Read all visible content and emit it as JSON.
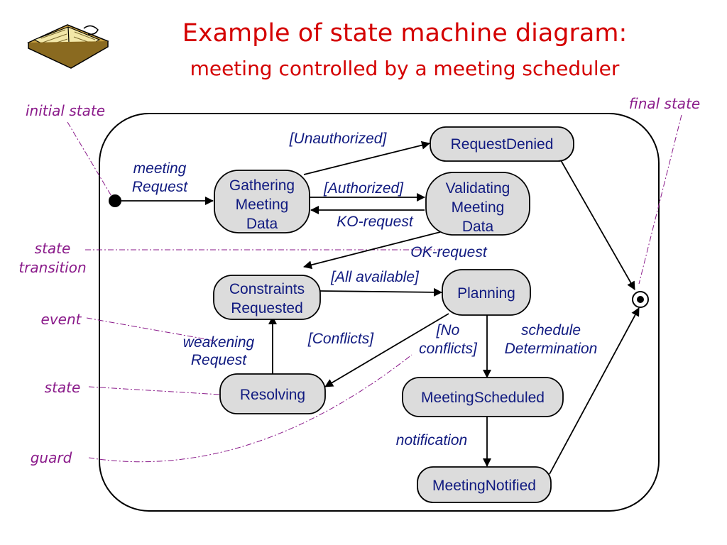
{
  "title": "Example of state machine diagram:",
  "subtitle": "meeting controlled by a meeting scheduler",
  "colors": {
    "title": "#d40000",
    "label": "#101a80",
    "annotation": "#8a1a8a",
    "state_fill": "#dcdcdc"
  },
  "icon": "open-book-icon",
  "states": {
    "gathering": [
      "Gathering",
      "Meeting",
      "Data"
    ],
    "validating": [
      "Validating",
      "Meeting",
      "Data"
    ],
    "request_denied": "RequestDenied",
    "constraints": [
      "Constraints",
      "Requested"
    ],
    "planning": "Planning",
    "resolving": "Resolving",
    "meeting_scheduled": "MeetingScheduled",
    "meeting_notified": "MeetingNotified"
  },
  "transitions": {
    "meeting_request": [
      "meeting",
      "Request"
    ],
    "unauthorized": "[Unauthorized]",
    "authorized": "[Authorized]",
    "ko_request": "KO-request",
    "ok_request": "OK-request",
    "all_available": "[All available]",
    "conflicts": "[Conflicts]",
    "no_conflicts": [
      "[No",
      "conflicts]"
    ],
    "schedule_determination": [
      "schedule",
      "Determination"
    ],
    "weakening_request": [
      "weakening",
      "Request"
    ],
    "notification": "notification"
  },
  "annotations": {
    "initial_state": "initial state",
    "final_state": "final state",
    "state_transition": [
      "state",
      "transition"
    ],
    "event": "event",
    "state": "state",
    "guard": "guard"
  }
}
